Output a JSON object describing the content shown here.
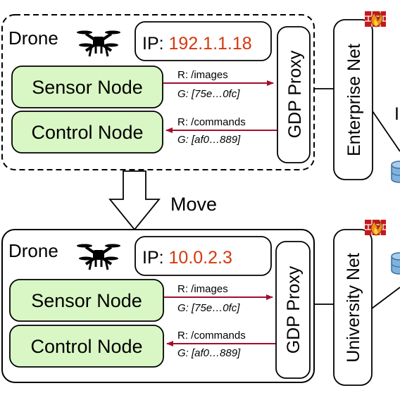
{
  "colors": {
    "node_fill": "#d9f7c4",
    "ip_value": "#d4380d",
    "arrow": "#a0102c",
    "stroke": "#000000",
    "database": "#7fb2dd",
    "firewall_brick": "#c8161e",
    "flame": "#f28c1e"
  },
  "top_drone": {
    "label": "Drone",
    "icon": "drone-icon",
    "ip_prefix": "IP: ",
    "ip_value": "192.1.1.18",
    "sensor_node": "Sensor Node",
    "control_node": "Control Node",
    "sensor_route": "R: /images",
    "sensor_guid": "G: [75e…0fc]",
    "control_route": "R: /commands",
    "control_guid": "G: [af0…889]",
    "proxy": "GDP Proxy"
  },
  "move_label": "Move",
  "bottom_drone": {
    "label": "Drone",
    "icon": "drone-icon",
    "ip_prefix": "IP: ",
    "ip_value": "10.0.2.3",
    "sensor_node": "Sensor Node",
    "control_node": "Control Node",
    "sensor_route": "R: /images",
    "sensor_guid": "G: [75e…0fc]",
    "control_route": "R: /commands",
    "control_guid": "G: [af0…889]",
    "proxy": "GDP Proxy"
  },
  "enterprise_net": "Enterprise Net",
  "university_net": "University Net",
  "edge_glyph": "I"
}
